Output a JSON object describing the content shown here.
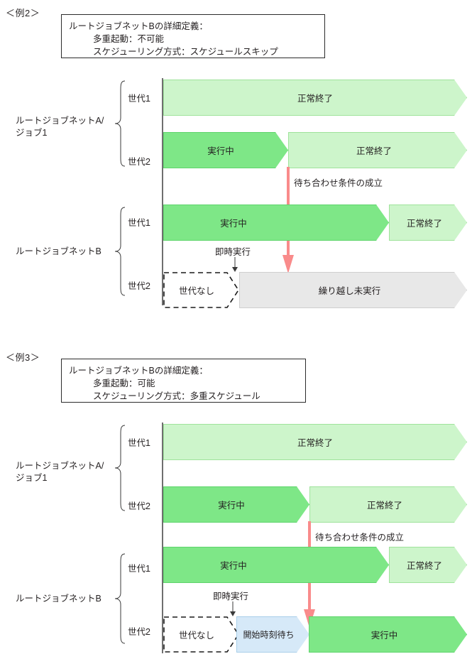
{
  "page": {
    "examples": [
      {
        "id": "example2",
        "heading": "＜例2＞",
        "definition": {
          "line1": "ルートジョブネットBの詳細定義：",
          "line2": "多重起動：不可能",
          "line3": "スケジューリング方式：スケジュールスキップ"
        },
        "groups": [
          {
            "name": "ルートジョブネットA/",
            "name2": "ジョブ1",
            "generations": [
              {
                "label": "世代1",
                "bars": [
                  {
                    "text": "正常終了",
                    "style": "light"
                  }
                ]
              },
              {
                "label": "世代2",
                "bars": [
                  {
                    "text": "実行中",
                    "style": "mid"
                  },
                  {
                    "text": "正常終了",
                    "style": "light"
                  }
                ]
              }
            ]
          },
          {
            "name": "ルートジョブネットB",
            "name2": "",
            "generations": [
              {
                "label": "世代1",
                "bars": [
                  {
                    "text": "実行中",
                    "style": "mid"
                  },
                  {
                    "text": "正常終了",
                    "style": "light"
                  }
                ]
              },
              {
                "label": "世代2",
                "bars": [
                  {
                    "text": "世代なし",
                    "style": "dashed"
                  },
                  {
                    "text": "繰り越し未実行",
                    "style": "gray"
                  }
                ]
              }
            ]
          }
        ],
        "annotations": {
          "wait_condition": "待ち合わせ条件の成立",
          "immediate_exec": "即時実行"
        }
      },
      {
        "id": "example3",
        "heading": "＜例3＞",
        "definition": {
          "line1": "ルートジョブネットBの詳細定義：",
          "line2": "多重起動：可能",
          "line3": "スケジューリング方式：多重スケジュール"
        },
        "groups": [
          {
            "name": "ルートジョブネットA/",
            "name2": "ジョブ1",
            "generations": [
              {
                "label": "世代1",
                "bars": [
                  {
                    "text": "正常終了",
                    "style": "light"
                  }
                ]
              },
              {
                "label": "世代2",
                "bars": [
                  {
                    "text": "実行中",
                    "style": "mid"
                  },
                  {
                    "text": "正常終了",
                    "style": "light"
                  }
                ]
              }
            ]
          },
          {
            "name": "ルートジョブネットB",
            "name2": "",
            "generations": [
              {
                "label": "世代1",
                "bars": [
                  {
                    "text": "実行中",
                    "style": "mid"
                  },
                  {
                    "text": "正常終了",
                    "style": "light"
                  }
                ]
              },
              {
                "label": "世代2",
                "bars": [
                  {
                    "text": "世代なし",
                    "style": "dashed"
                  },
                  {
                    "text": "開始時刻待ち",
                    "style": "blue"
                  },
                  {
                    "text": "実行中",
                    "style": "mid"
                  }
                ]
              }
            ]
          }
        ],
        "annotations": {
          "wait_condition": "待ち合わせ条件の成立",
          "immediate_exec": "即時実行"
        }
      }
    ],
    "colors": {
      "light_green_fill": "#cdf5cb",
      "light_green_stroke": "#9fe39b",
      "mid_green_fill": "#7ee787",
      "mid_green_stroke": "#5fd46c",
      "gray_fill": "#e8e8e8",
      "gray_stroke": "#cfcfcf",
      "blue_fill": "#d6e9f8",
      "blue_stroke": "#a9cfe9",
      "pink_arrow": "#f98b8b",
      "axis": "#6f6f6f",
      "text": "#231f20"
    }
  }
}
